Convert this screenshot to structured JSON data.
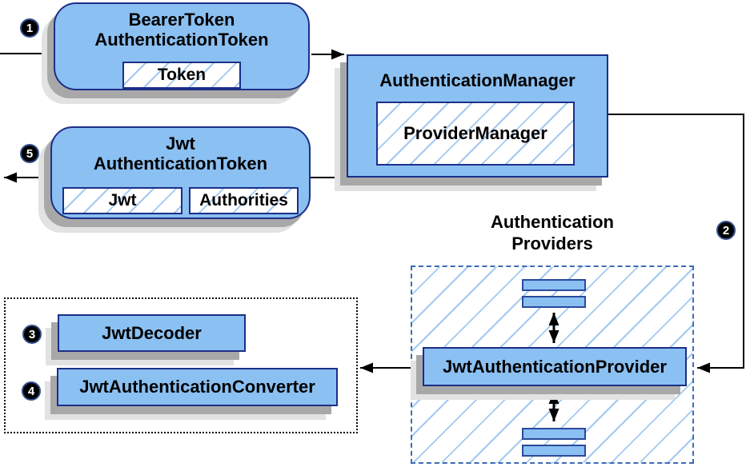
{
  "nodes": {
    "bearer_token": {
      "line1": "BearerToken",
      "line2": "AuthenticationToken",
      "field": "Token"
    },
    "authentication_manager": {
      "title": "AuthenticationManager",
      "field": "ProviderManager"
    },
    "jwt_authentication_token": {
      "line1": "Jwt",
      "line2": "AuthenticationToken",
      "field_jwt": "Jwt",
      "field_authorities": "Authorities"
    },
    "authentication_providers": {
      "line1": "Authentication",
      "line2": "Providers"
    },
    "jwt_authentication_provider": {
      "title": "JwtAuthenticationProvider"
    },
    "jwt_decoder": {
      "title": "JwtDecoder"
    },
    "jwt_authentication_converter": {
      "title": "JwtAuthenticationConverter"
    }
  },
  "badges": {
    "step1": "1",
    "step2": "2",
    "step3": "3",
    "step4": "4",
    "step5": "5"
  },
  "colors": {
    "node-fill": "#8bc0f2",
    "node-border": "#1c2e87",
    "bar-border": "#2b4a9b",
    "hatch-line": "#a3c9f1",
    "providers-dash": "#3e6cb5",
    "shadow-dark": "#a8a8a8",
    "shadow-light": "#e2e2e2",
    "arrow": "#000000",
    "badge-bg": "#000000",
    "badge-text": "#ffffff",
    "badge-ring": "#33508f"
  }
}
